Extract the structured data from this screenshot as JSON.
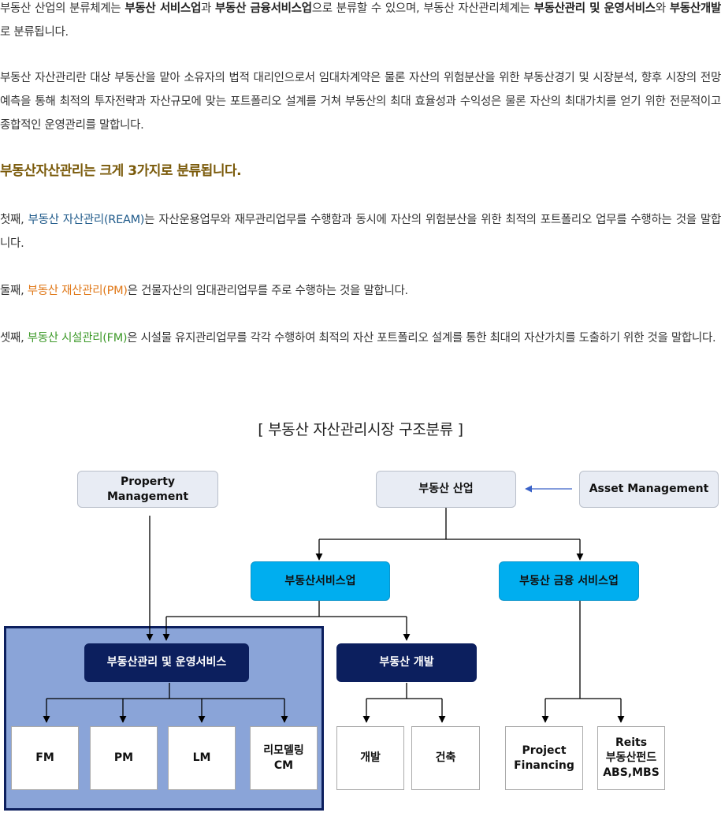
{
  "paragraphs": {
    "p1": {
      "t1": "부동산 산업의 분류체계는 ",
      "b1": "부동산 서비스업",
      "t2": "과 ",
      "b2": "부동산 금융서비스업",
      "t3": "으로 분류할 수 있으며, 부동산 자산관리체계는 ",
      "b3": "부동산관리 및 운영서비스",
      "t4": "와 ",
      "b4": "부동산개발",
      "t5": "로 분류됩니다."
    },
    "p2": "부동산 자산관리란 대상 부동산을 맡아 소유자의 법적 대리인으로서 임대차계약은 물론 자산의 위험분산을 위한 부동산경기 및 시장분석, 향후 시장의 전망 예측을 통해 최적의 투자전략과 자산규모에 맞는 포트폴리오 설계를 거쳐 부동산의 최대 효율성과 수익성은 물론 자산의 최대가치를 얻기 위한 전문적이고 종합적인 운영관리를 말합니다.",
    "heading": "부동산자산관리는 크게 3가지로 분류됩니다.",
    "first": {
      "prefix": "첫째, ",
      "term": "부동산 자산관리(REAM)",
      "rest": "는 자산운용업무와 재무관리업무를 수행함과 동시에 자산의 위험분산을 위한 최적의 포트폴리오 업무를 수행하는 것을 말합니다."
    },
    "second": {
      "prefix": "둘째, ",
      "term": "부동산 재산관리(PM)",
      "rest": "은 건물자산의 임대관리업무를 주로 수행하는 것을 말합니다."
    },
    "third": {
      "prefix": "셋째, ",
      "term": "부동산 시설관리(FM)",
      "rest": "은 시설물 유지관리업무를 각각 수행하여 최적의 자산 포트폴리오 설계를 통한 최대의 자산가치를 도출하기 위한 것을 말합니다."
    }
  },
  "diagram": {
    "title": "[ 부동산 자산관리시장 구조분류 ]",
    "property_management": "Property\nManagement",
    "real_estate_industry": "부동산 산업",
    "asset_management": "Asset Management",
    "re_service": "부동산서비스업",
    "re_finance_service": "부동산 금융 서비스업",
    "re_mgmt_operation": "부동산관리 및 운영서비스",
    "re_development": "부동산 개발",
    "fm": "FM",
    "pm": "PM",
    "lm": "LM",
    "remodeling": "리모델링\nCM",
    "development": "개발",
    "construction": "건축",
    "project_financing": "Project\nFinancing",
    "reits": "Reits\n부동산펀드\nABS,MBS"
  },
  "colors": {
    "heading": "#7a5a0a",
    "term_blue": "#1f5a8a",
    "term_orange": "#e07818",
    "term_green": "#3e9a2a",
    "cyan_box": "#00aeef",
    "navy_box": "#0c1f5e",
    "frame_fill": "#8aa4d8"
  }
}
